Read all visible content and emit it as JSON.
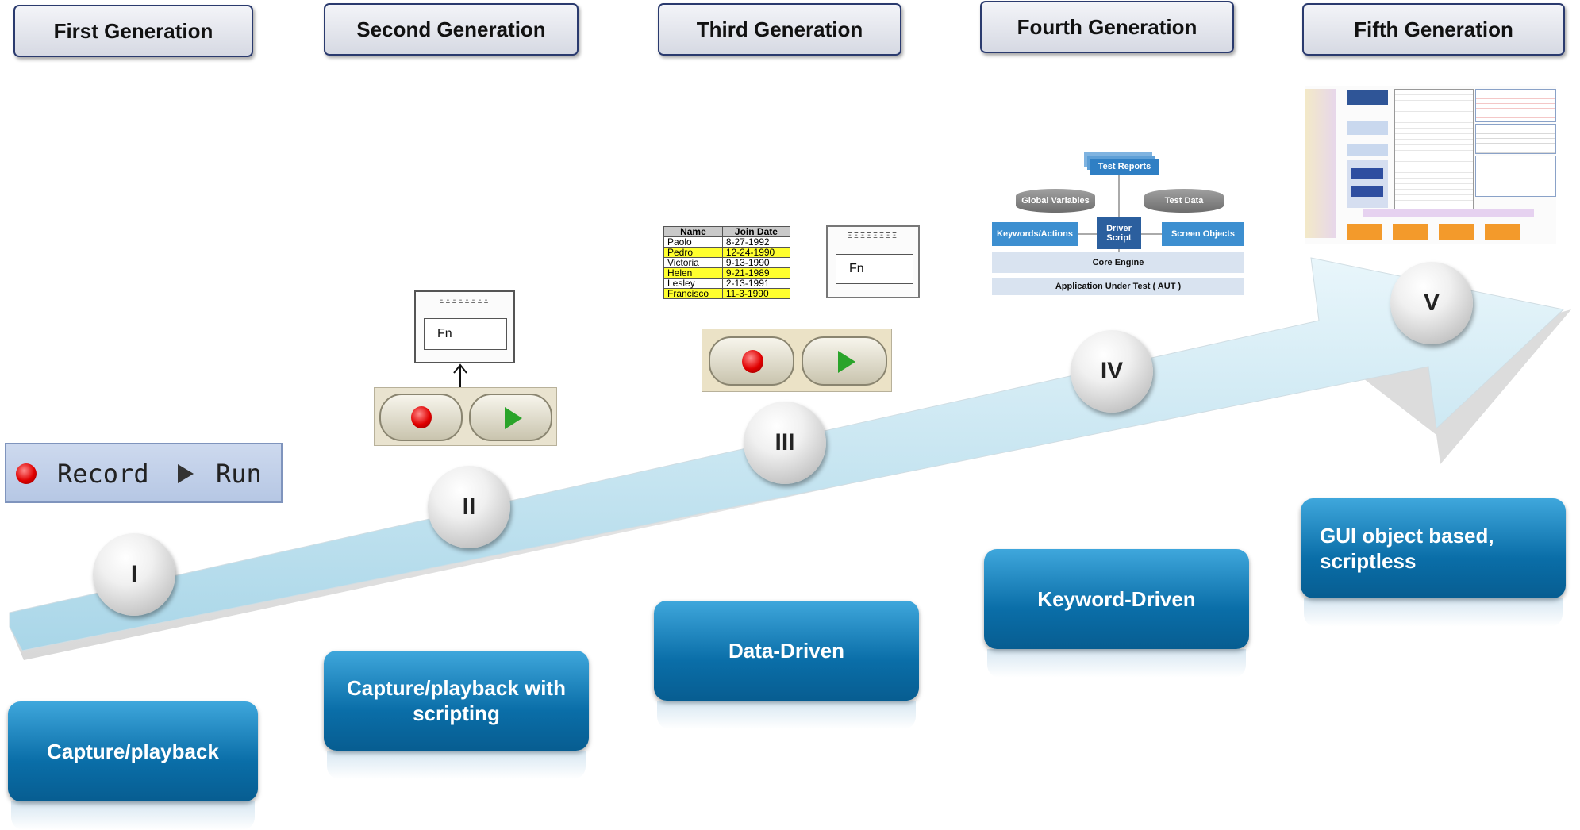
{
  "generations": [
    {
      "label": "First Generation",
      "roman": "I",
      "approach": "Capture/playback"
    },
    {
      "label": "Second Generation",
      "roman": "II",
      "approach": "Capture/playback with scripting"
    },
    {
      "label": "Third Generation",
      "roman": "III",
      "approach": "Data-Driven"
    },
    {
      "label": "Fourth Generation",
      "roman": "IV",
      "approach": "Keyword-Driven"
    },
    {
      "label": "Fifth Generation",
      "roman": "V",
      "approach": "GUI object based, scriptless"
    }
  ],
  "record_panel": {
    "record_label": "Record",
    "run_label": "Run"
  },
  "fn_window": {
    "field_label": "Fn",
    "title_dots": "ΞΞΞΞΞΞΞΞ"
  },
  "data_table": {
    "headers": [
      "Name",
      "Join Date"
    ],
    "rows": [
      {
        "name": "Paolo",
        "date": "8-27-1992",
        "highlight": false
      },
      {
        "name": "Pedro",
        "date": "12-24-1990",
        "highlight": true
      },
      {
        "name": "Victoria",
        "date": "9-13-1990",
        "highlight": false
      },
      {
        "name": "Helen",
        "date": "9-21-1989",
        "highlight": true
      },
      {
        "name": "Lesley",
        "date": "2-13-1991",
        "highlight": false
      },
      {
        "name": "Francisco",
        "date": "11-3-1990",
        "highlight": true
      }
    ]
  },
  "keyword_diagram": {
    "test_reports": "Test Reports",
    "global_variables": "Global Variables",
    "test_data": "Test Data",
    "keywords_actions": "Keywords/Actions",
    "driver_script": "Driver Script",
    "screen_objects": "Screen Objects",
    "core_engine": "Core Engine",
    "aut": "Application Under Test ( AUT )"
  },
  "colors": {
    "stage_blue": "#0a6ea8",
    "arrow_light": "#c8e6f2",
    "header_border": "#2a3a6e",
    "table_highlight": "#ffff2e",
    "kd_blue": "#3d8fd0",
    "fifth_orange": "#f39a2b"
  }
}
